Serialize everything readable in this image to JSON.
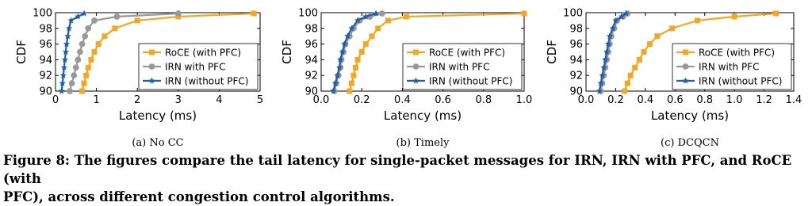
{
  "figure": {
    "caption": "Figure 8: The figures compare the tail latency for single-packet messages for IRN, IRN with PFC, and RoCE (with\nPFC), across different congestion control algorithms."
  },
  "series_styles": [
    {
      "name": "RoCE (with PFC)",
      "color": "#f5a623",
      "marker": "square"
    },
    {
      "name": "IRN with PFC",
      "color": "#999999",
      "marker": "circle"
    },
    {
      "name": "IRN (without PFC)",
      "color": "#1f5fb0",
      "marker": "star"
    }
  ],
  "chart_data": [
    {
      "type": "line",
      "subcaption": "(a) No CC",
      "xlabel": "Latency (ms)",
      "ylabel": "CDF",
      "xlim": [
        0,
        5
      ],
      "ylim": [
        90,
        100
      ],
      "xticks": [
        "0",
        "1",
        "2",
        "3",
        "4",
        "5"
      ],
      "yticks": [
        "90",
        "92",
        "94",
        "96",
        "98",
        "100"
      ],
      "grid": false,
      "legend": "bottom-right",
      "series": [
        {
          "name": "RoCE (with PFC)",
          "x": [
            0.65,
            0.7,
            0.75,
            0.8,
            0.87,
            0.95,
            1.05,
            1.2,
            1.45,
            2.0,
            3.0,
            4.85
          ],
          "y": [
            90,
            91,
            92,
            93,
            94,
            95,
            96,
            97,
            98,
            99,
            99.5,
            99.9
          ]
        },
        {
          "name": "IRN with PFC",
          "x": [
            0.35,
            0.4,
            0.45,
            0.5,
            0.55,
            0.6,
            0.65,
            0.72,
            0.8,
            0.95,
            1.5,
            3.0
          ],
          "y": [
            90,
            91,
            92,
            93,
            94,
            95,
            96,
            97,
            98,
            99,
            99.5,
            99.9
          ]
        },
        {
          "name": "IRN (without PFC)",
          "x": [
            0.15,
            0.17,
            0.19,
            0.21,
            0.23,
            0.25,
            0.27,
            0.3,
            0.33,
            0.38,
            0.55,
            0.7
          ],
          "y": [
            90,
            91,
            92,
            93,
            94,
            95,
            96,
            97,
            98,
            99,
            99.5,
            99.9
          ]
        }
      ]
    },
    {
      "type": "line",
      "subcaption": "(b) Timely",
      "xlabel": "Latency (ms)",
      "ylabel": "CDF",
      "xlim": [
        0,
        1.0
      ],
      "ylim": [
        90,
        100
      ],
      "xticks": [
        "0.0",
        "0.2",
        "0.4",
        "0.6",
        "0.8",
        "1.0"
      ],
      "yticks": [
        "90",
        "92",
        "94",
        "96",
        "98",
        "100"
      ],
      "grid": false,
      "legend": "bottom-right",
      "series": [
        {
          "name": "RoCE (with PFC)",
          "x": [
            0.14,
            0.15,
            0.16,
            0.17,
            0.18,
            0.2,
            0.22,
            0.25,
            0.28,
            0.33,
            0.42,
            1.0
          ],
          "y": [
            90,
            91,
            92,
            93,
            94,
            95,
            96,
            97,
            98,
            99,
            99.5,
            99.9
          ]
        },
        {
          "name": "IRN with PFC",
          "x": [
            0.065,
            0.075,
            0.085,
            0.095,
            0.1,
            0.11,
            0.12,
            0.14,
            0.16,
            0.19,
            0.24,
            0.3
          ],
          "y": [
            90,
            91,
            92,
            93,
            94,
            95,
            96,
            97,
            98,
            99,
            99.5,
            99.9
          ]
        },
        {
          "name": "IRN (without PFC)",
          "x": [
            0.06,
            0.07,
            0.08,
            0.09,
            0.095,
            0.105,
            0.115,
            0.13,
            0.15,
            0.18,
            0.22,
            0.27
          ],
          "y": [
            90,
            91,
            92,
            93,
            94,
            95,
            96,
            97,
            98,
            99,
            99.5,
            99.9
          ]
        }
      ]
    },
    {
      "type": "line",
      "subcaption": "(c) DCQCN",
      "xlabel": "Latency (ms)",
      "ylabel": "CDF",
      "xlim": [
        0,
        1.4
      ],
      "ylim": [
        90,
        100
      ],
      "xticks": [
        "0.0",
        "0.2",
        "0.4",
        "0.6",
        "0.8",
        "1.0",
        "1.2",
        "1.4"
      ],
      "yticks": [
        "90",
        "92",
        "94",
        "96",
        "98",
        "100"
      ],
      "grid": false,
      "legend": "bottom-right",
      "series": [
        {
          "name": "RoCE (with PFC)",
          "x": [
            0.26,
            0.28,
            0.3,
            0.33,
            0.36,
            0.39,
            0.43,
            0.48,
            0.58,
            0.75,
            1.0,
            1.28
          ],
          "y": [
            90,
            91,
            92,
            93,
            94,
            95,
            96,
            97,
            98,
            99,
            99.5,
            99.9
          ]
        },
        {
          "name": "IRN with PFC",
          "x": [
            0.1,
            0.11,
            0.12,
            0.13,
            0.14,
            0.15,
            0.16,
            0.17,
            0.19,
            0.21,
            0.25,
            0.28
          ],
          "y": [
            90,
            91,
            92,
            93,
            94,
            95,
            96,
            97,
            98,
            99,
            99.5,
            99.9
          ]
        },
        {
          "name": "IRN (without PFC)",
          "x": [
            0.09,
            0.1,
            0.11,
            0.12,
            0.13,
            0.14,
            0.15,
            0.16,
            0.18,
            0.2,
            0.24,
            0.27
          ],
          "y": [
            90,
            91,
            92,
            93,
            94,
            95,
            96,
            97,
            98,
            99,
            99.5,
            99.9
          ]
        }
      ]
    }
  ]
}
